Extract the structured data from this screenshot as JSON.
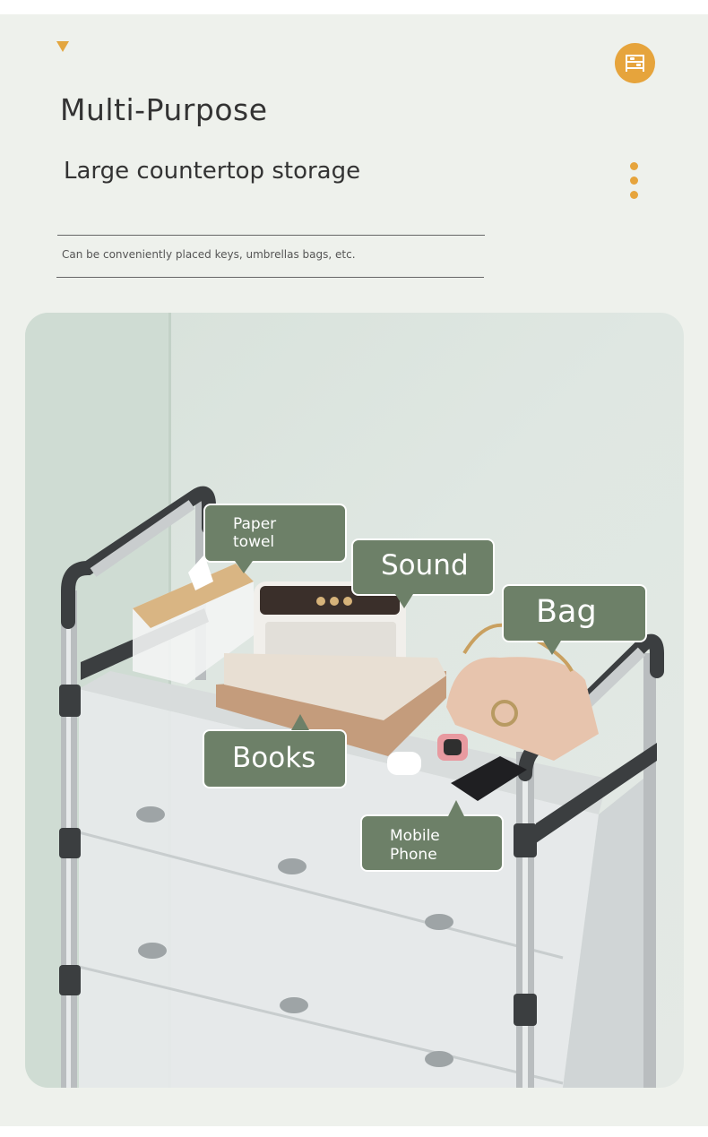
{
  "header": {
    "title": "Multi-Purpose",
    "subtitle": "Large countertop storage",
    "caption": "Can be conveniently placed keys, umbrellas bags, etc."
  },
  "icons": {
    "triangle": "triangle-down-icon",
    "badge": "shoe-rack-icon",
    "dots": "vertical-dots-icon"
  },
  "colors": {
    "accent": "#e6a43c",
    "label_bg": "#6d8068",
    "background": "#eef1ec"
  },
  "labels": {
    "paper_towel": "Paper\ntowel",
    "sound": "Sound",
    "bag": "Bag",
    "books": "Books",
    "mobile_phone": "Mobile\nPhone"
  }
}
